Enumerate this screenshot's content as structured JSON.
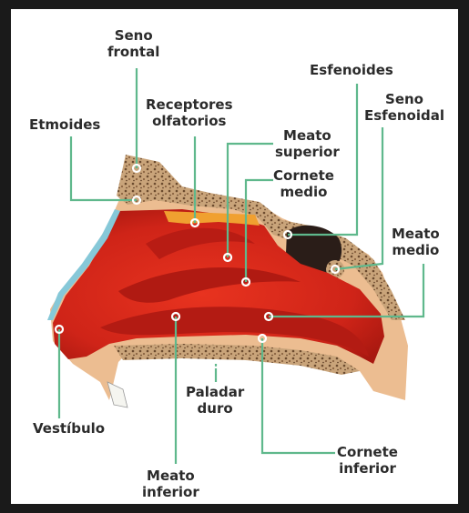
{
  "labels": {
    "seno_frontal": [
      "Seno",
      "frontal"
    ],
    "etmoides": [
      "Etmoides"
    ],
    "receptores": [
      "Receptores",
      "olfatorios"
    ],
    "meato_superior": [
      "Meato",
      "superior"
    ],
    "cornete_medio": [
      "Cornete",
      "medio"
    ],
    "esfenoides": [
      "Esfenoides"
    ],
    "seno_esfenoidal": [
      "Seno",
      "Esfenoidal"
    ],
    "meato_medio": [
      "Meato",
      "medio"
    ],
    "vestibulo": [
      "Vestíbulo"
    ],
    "paladar_duro": [
      "Paladar",
      "duro"
    ],
    "meato_inferior": [
      "Meato",
      "inferior"
    ],
    "cornete_inferior": [
      "Cornete",
      "inferior"
    ]
  },
  "colors": {
    "leader_line": "#5fb88c",
    "tissue": "#d8261c",
    "skin": "#e9b88a",
    "bone": "#c8a57c",
    "cartilage_blue": "#86c8d8",
    "olfactory": "#f0a030"
  }
}
